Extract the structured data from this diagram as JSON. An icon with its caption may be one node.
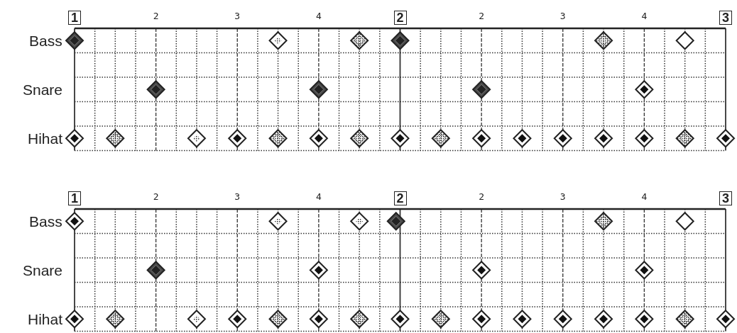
{
  "diagram": {
    "labels": [
      "1",
      "2",
      "3",
      "4",
      "2",
      "2",
      "3",
      "4",
      "3",
      "Bass",
      "Snare",
      "Hihat",
      "1",
      "2",
      "3",
      "4",
      "2",
      "2",
      "3",
      "4",
      "3",
      "Bass",
      "Snare",
      "Hihat"
    ]
  }
}
